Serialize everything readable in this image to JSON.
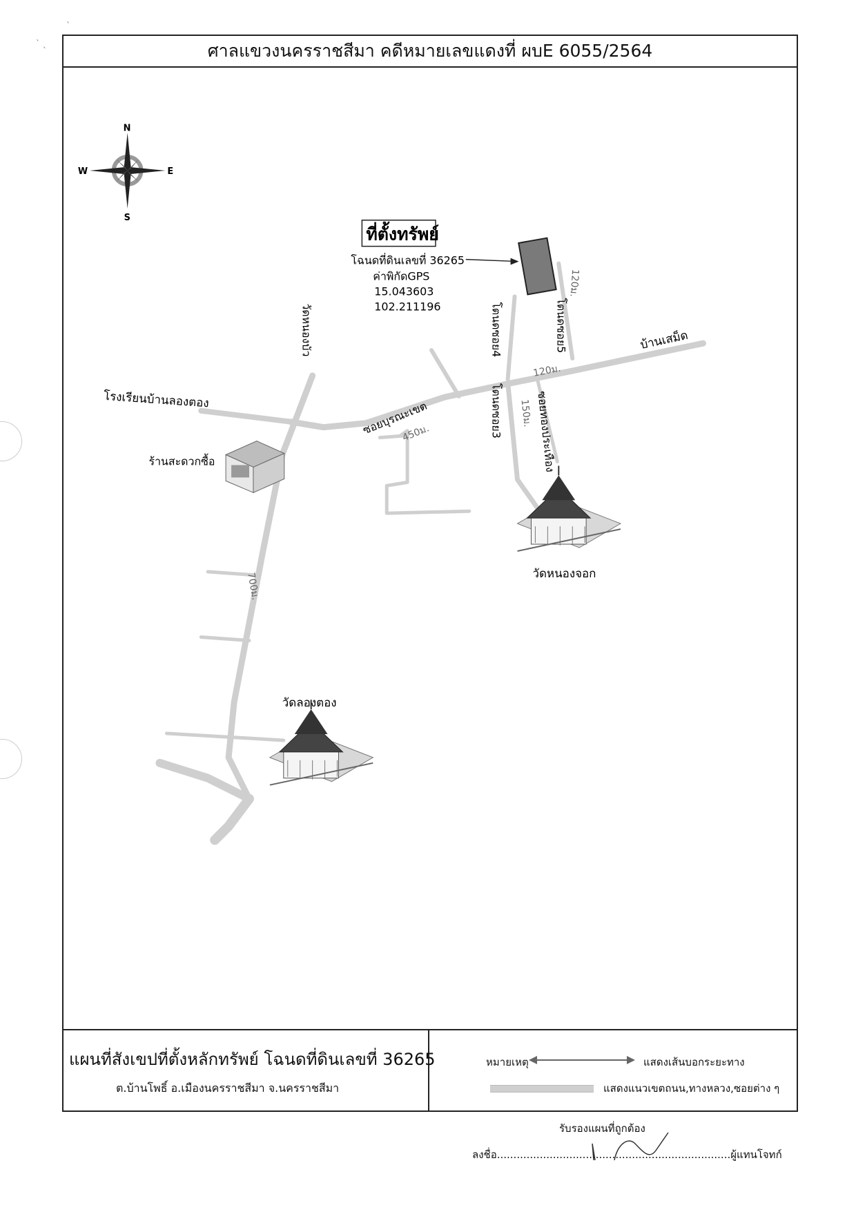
{
  "header": {
    "title": "ศาลแขวงนครราชสีมา คดีหมายเลขแดงที่ ผบE 6055/2564"
  },
  "compass": {
    "north": "N",
    "south": "S",
    "east": "E",
    "west": "W"
  },
  "property": {
    "heading": "ที่ตั้งทรัพย์",
    "deed": "โฉนดที่ดินเลขที่ 36265",
    "gps_label": "ค่าพิกัดGPS",
    "lat": "15.043603",
    "lng": "102.211196"
  },
  "map_labels": {
    "wat_nong_bua": "วัดหนองบัว",
    "school": "โรงเรียนบ้านลองตอง",
    "soi_punnakhet": "ซอยบุรณะเขต",
    "dist_450": "450ม.",
    "shop": "ร้านสะดวกซื้อ",
    "soi_4": "โตนดซอย4",
    "soi_5": "โตนดซอย5",
    "dist_120_main": "120ม.",
    "dist_120_soi5": "120ม.",
    "ban_samet": "บ้านเสม็ด",
    "soi_3": "โตนดซอย3",
    "dist_150": "150ม.",
    "soi_thongprathueang": "ซอยทองประเทือง",
    "wat_nong_chok": "วัดหนองจอก",
    "dist_700": "700ม.",
    "wat_long_tong": "วัดลองตอง"
  },
  "footer": {
    "map_title": "แผนที่สังเขปที่ตั้งหลักทรัพย์ โฉนดที่ดินเลขที่ 36265",
    "location": "ต.บ้านโพธิ์  อ.เมืองนครราชสีมา  จ.นครราชสีมา",
    "legend_label": "หมายเหตุ",
    "legend_distance": "แสดงเส้นบอกระยะทาง",
    "legend_road": "แสดงแนวเขตถนน,ทางหลวง,ซอยต่าง ๆ"
  },
  "certification": {
    "certified_text": "รับรองแผนที่ถูกต้อง",
    "sign_line": "ลงชื่อ.......................................................................ผู้แทนโจทก์"
  },
  "colors": {
    "road": "#cfcfcf",
    "road_edge": "#b9b9b9",
    "building": "#7a7a7a",
    "frame": "#222222"
  }
}
